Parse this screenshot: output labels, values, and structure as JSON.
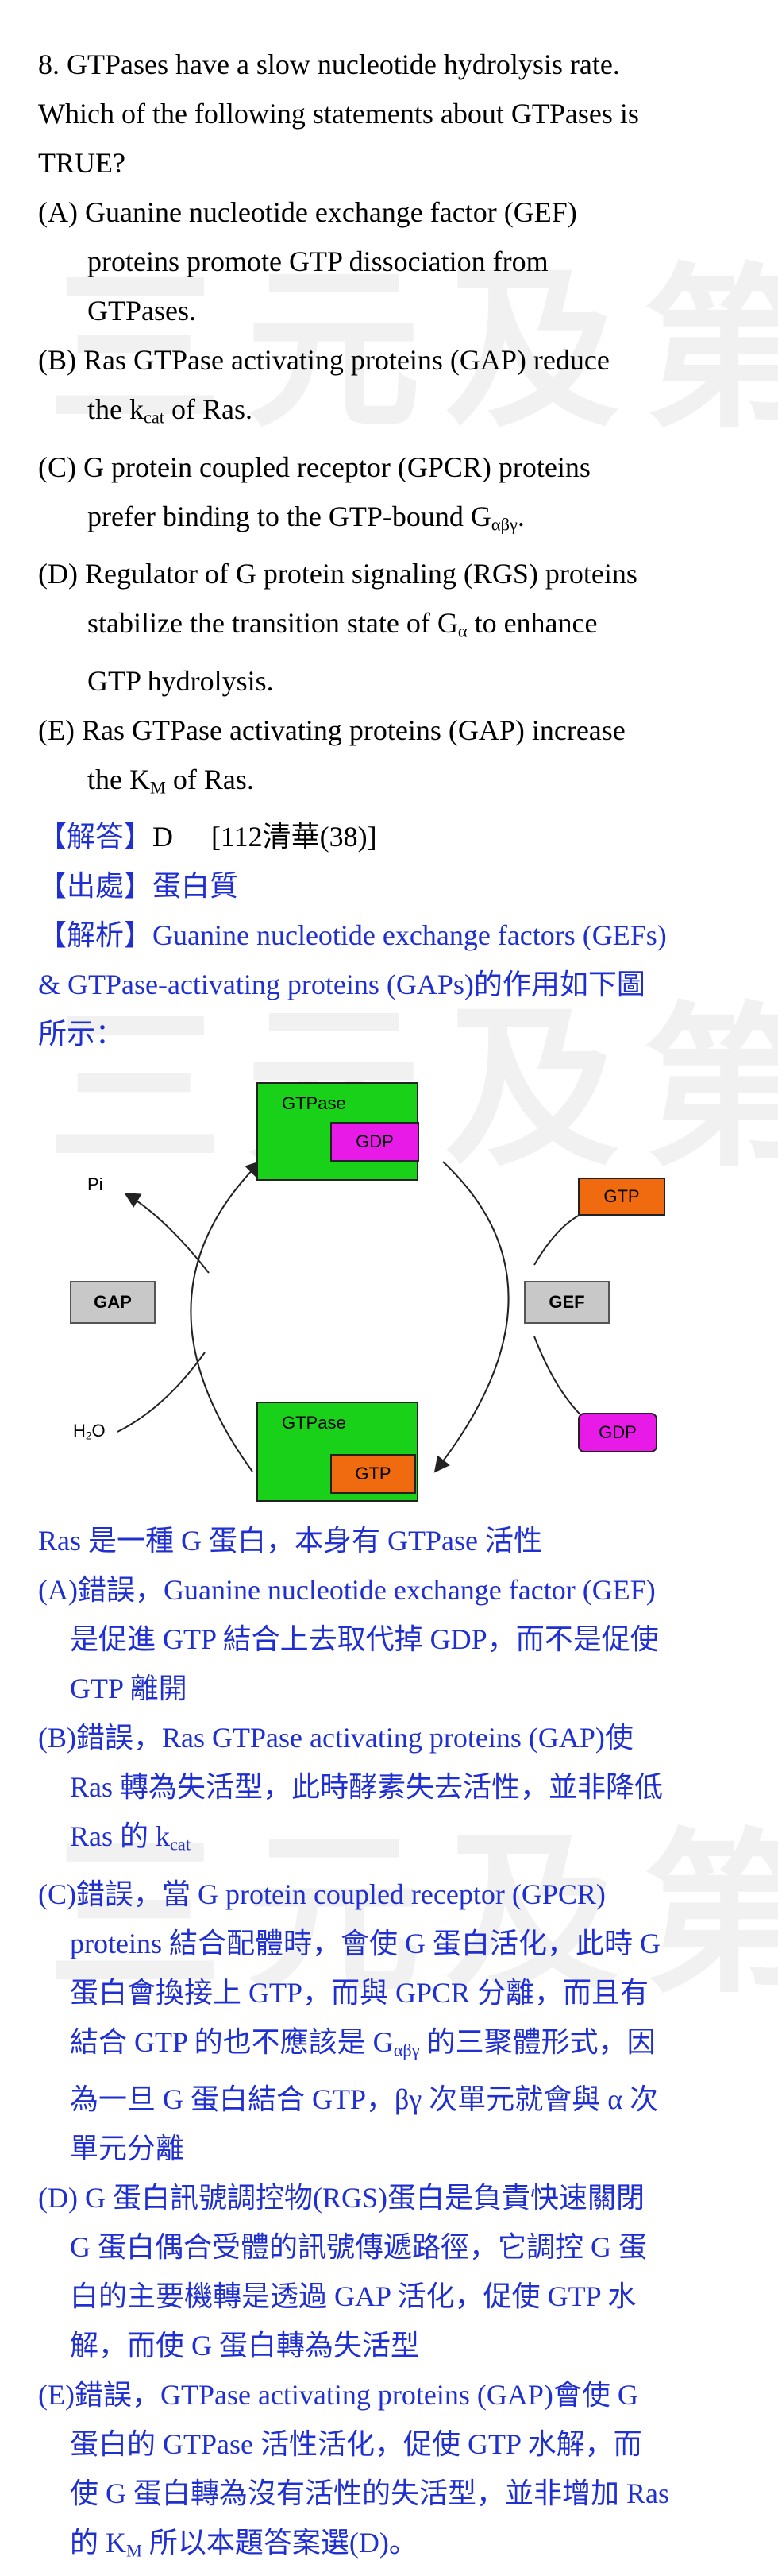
{
  "question": {
    "stem": [
      "8. GTPases have a slow nucleotide hydrolysis rate.",
      "Which of the following statements about GTPases is",
      "TRUE?"
    ],
    "A": [
      "(A) Guanine nucleotide exchange factor (GEF)",
      "proteins promote GTP dissociation from",
      "GTPases."
    ],
    "B": {
      "l1": "(B) Ras GTPase activating proteins (GAP) reduce",
      "pre": "the k",
      "sub": "cat",
      "post": " of Ras."
    },
    "C": {
      "l1": "(C) G protein coupled receptor (GPCR) proteins",
      "pre": "prefer binding to the GTP-bound G",
      "sub": "αβγ",
      "post": "."
    },
    "D": {
      "l1": "(D) Regulator of G protein signaling (RGS) proteins",
      "pre": "stabilize the transition state of G",
      "sub": "α",
      "post": " to enhance",
      "l3": "GTP hydrolysis."
    },
    "E": {
      "l1": "(E) Ras GTPase activating proteins (GAP) increase",
      "pre": "the K",
      "sub": "M",
      "post": " of Ras."
    }
  },
  "answer": {
    "label": "【解答】",
    "value": "D",
    "source": "[112清華(38)]"
  },
  "origin": {
    "label": "【出處】",
    "value": "蛋白質"
  },
  "analysis": {
    "label": "【解析】",
    "l1": "Guanine nucleotide exchange factors (GEFs)",
    "l2": "& GTPase-activating proteins (GAPs)的作用如下圖",
    "l3": "所示："
  },
  "diagram": {
    "gtpase_top": "GTPase",
    "gdp_top": "GDP",
    "gtp_right": "GTP",
    "gef": "GEF",
    "gdp_right": "GDP",
    "gtpase_bottom": "GTPase",
    "gtp_bottom": "GTP",
    "gap": "GAP",
    "pi": "Pi",
    "h2o_pre": "H",
    "h2o_sub": "2",
    "h2o_post": "O"
  },
  "explanation": {
    "intro": "Ras 是一種 G 蛋白，本身有 GTPase 活性",
    "A": [
      "(A)錯誤，Guanine nucleotide exchange factor (GEF)",
      "是促進 GTP 結合上去取代掉 GDP，而不是促使",
      "GTP 離開"
    ],
    "B": {
      "l1": "(B)錯誤，Ras GTPase activating proteins (GAP)使",
      "l2": "Ras 轉為失活型，此時酵素失去活性，並非降低",
      "pre": "Ras 的 k",
      "sub": "cat"
    },
    "C": {
      "l1": "(C)錯誤，當 G protein coupled receptor (GPCR)",
      "l2": "proteins 結合配體時，會使 G 蛋白活化，此時 G",
      "l3": "蛋白會換接上 GTP，而與 GPCR 分離，而且有",
      "pre": "結合 GTP 的也不應該是 G",
      "sub": "αβγ",
      "post": " 的三聚體形式，因",
      "l5": "為一旦 G 蛋白結合 GTP，βγ 次單元就會與 α 次",
      "l6": "單元分離"
    },
    "D": [
      "(D) G 蛋白訊號調控物(RGS)蛋白是負責快速關閉",
      "G 蛋白偶合受體的訊號傳遞路徑，它調控 G  蛋",
      "白的主要機轉是透過 GAP 活化，促使 GTP 水",
      "解，而使 G 蛋白轉為失活型"
    ],
    "E": {
      "l1": "(E)錯誤，GTPase activating proteins (GAP)會使 G",
      "l2": "蛋白的 GTPase 活性活化，促使 GTP 水解，而",
      "l3": "使 G 蛋白轉為沒有活性的失活型，並非增加 Ras",
      "pre": "的 K",
      "sub": "M",
      "post": " 所以本題答案選(D)。"
    }
  },
  "watermark": "三元及第",
  "colors": {
    "text": "#000000",
    "explanation": "#1f2fd0",
    "gtpase": "#1ad11a",
    "gdp": "#e81ae8",
    "gtp": "#f06a10",
    "grey_box": "#c8c8c8"
  }
}
